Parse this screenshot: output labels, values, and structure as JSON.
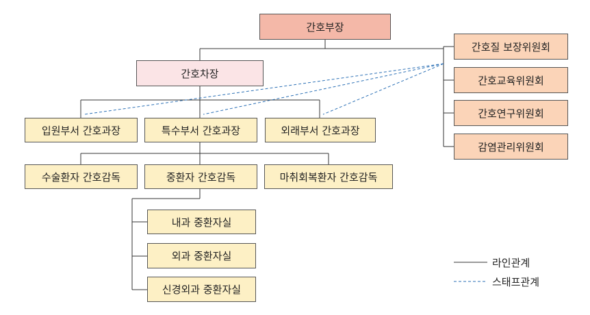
{
  "colors": {
    "head": "#f4b8a8",
    "deputy": "#fbe4e6",
    "dept": "#fdf0c5",
    "committee": "#fbd4b8",
    "line": "#333333",
    "staff": "#2a6fb5"
  },
  "nodes": {
    "head": "간호부장",
    "deputy": "간호차장",
    "managers": [
      "입원부서 간호과장",
      "특수부서 간호과장",
      "외래부서 간호과장"
    ],
    "supervisors": [
      "수술환자 간호감독",
      "중환자 간호감독",
      "마취회복환자 간호감독"
    ],
    "units": [
      "내과 중환자실",
      "외과 중환자실",
      "신경외과 중환자실"
    ],
    "committees": [
      "간호질 보장위원회",
      "간호교육위원회",
      "간호연구위원회",
      "감염관리위원회"
    ]
  },
  "legend": {
    "line": "라인관계",
    "staff": "스태프관계"
  }
}
